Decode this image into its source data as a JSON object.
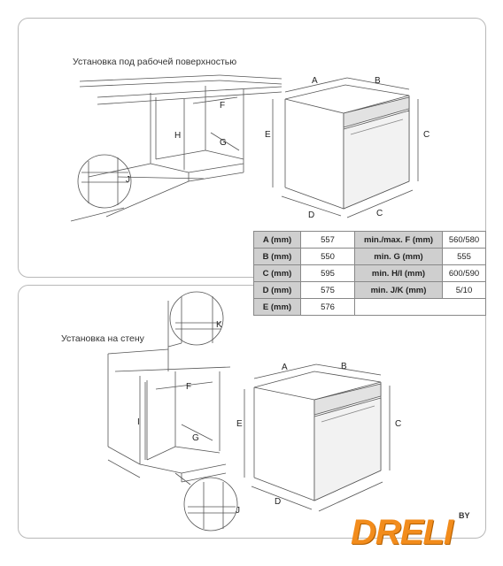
{
  "sections": {
    "top_title": "Установка под рабочей поверхностью",
    "bottom_title": "Установка на стену"
  },
  "labels": {
    "A": "A",
    "B": "B",
    "C": "C",
    "D": "D",
    "E": "E",
    "F": "F",
    "G": "G",
    "H": "H",
    "I": "I",
    "J": "J",
    "K": "K"
  },
  "table": {
    "rows": [
      [
        "A (mm)",
        "557",
        "min./max. F (mm)",
        "560/580"
      ],
      [
        "B (mm)",
        "550",
        "min. G (mm)",
        "555"
      ],
      [
        "C (mm)",
        "595",
        "min. H/I (mm)",
        "600/590"
      ],
      [
        "D (mm)",
        "575",
        "min. J/K (mm)",
        "5/10"
      ],
      [
        "E (mm)",
        "576",
        "",
        ""
      ]
    ]
  },
  "logo": {
    "text": "DRELI",
    "superscript": "BY",
    "color": "#f28c1c"
  }
}
